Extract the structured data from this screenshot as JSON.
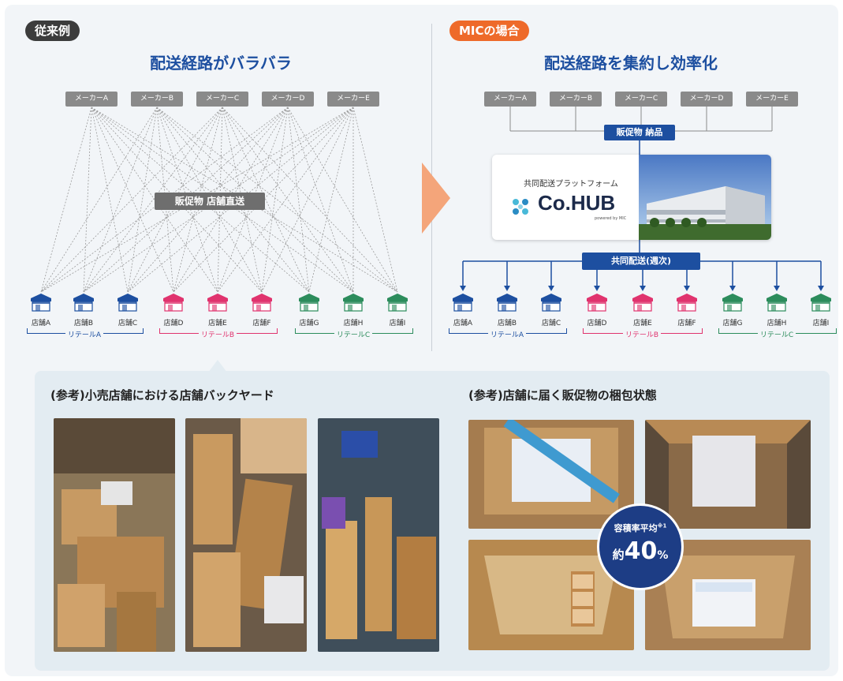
{
  "left": {
    "tag": "従来例",
    "title": "配送経路がバラバラ",
    "makers": [
      "メーカーA",
      "メーカーB",
      "メーカーC",
      "メーカーD",
      "メーカーE"
    ],
    "center_label": "販促物 店舗直送",
    "stores": [
      "店舗A",
      "店舗B",
      "店舗C",
      "店舗D",
      "店舗E",
      "店舗F",
      "店舗G",
      "店舗H",
      "店舗I"
    ],
    "retails": [
      "リテールA",
      "リテールB",
      "リテールC"
    ]
  },
  "right": {
    "tag": "MICの場合",
    "title": "配送経路を集約し効率化",
    "makers": [
      "メーカーA",
      "メーカーB",
      "メーカーC",
      "メーカーD",
      "メーカーE"
    ],
    "delivery_label": "販促物 納品",
    "platform_caption": "共同配送プラットフォーム",
    "platform_logo": "Co.HUB",
    "platform_sub": "powered by MIC",
    "joint_label": "共同配送(週次)",
    "stores": [
      "店舗A",
      "店舗B",
      "店舗C",
      "店舗D",
      "店舗E",
      "店舗F",
      "店舗G",
      "店舗H",
      "店舗I"
    ],
    "retails": [
      "リテールA",
      "リテールB",
      "リテールC"
    ]
  },
  "reference": {
    "left_title": "(参考)小売店舗における店舗バックヤード",
    "right_title": "(参考)店舗に届く販促物の梱包状態",
    "circle_line1": "容積率平均",
    "circle_note": "※1",
    "circle_prefix": "約",
    "circle_value": "40",
    "circle_unit": "%"
  },
  "colors": {
    "retail_a": "#1d4fa0",
    "retail_b": "#e0336e",
    "retail_c": "#2c8c5c",
    "navy": "#1d4fa0",
    "orange": "#ee6a2a",
    "chevron": "#f4a57a"
  },
  "icons": [
    "store-icon",
    "chevron-right-icon",
    "cohub-logo-icon"
  ]
}
